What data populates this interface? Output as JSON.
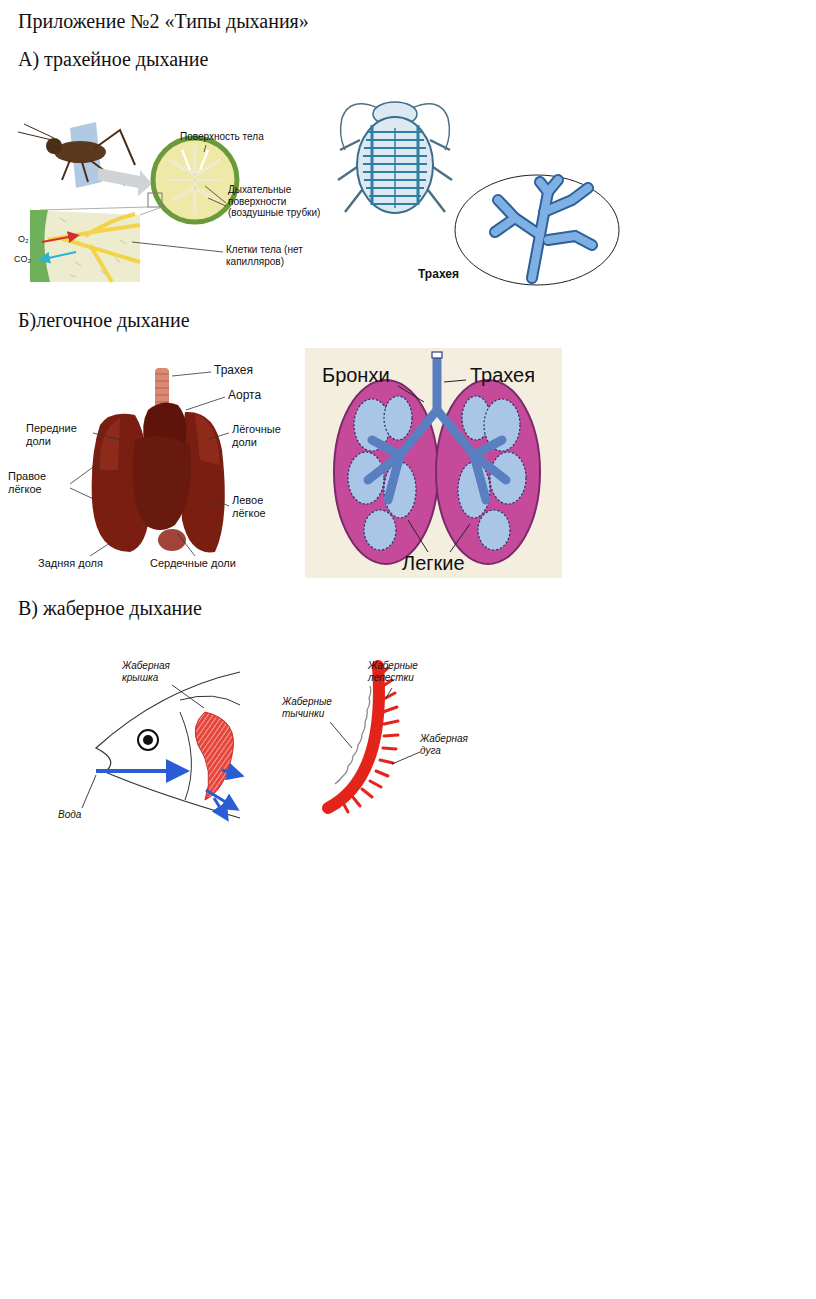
{
  "diagram": {
    "title": "Приложение №2 «Типы дыхания»",
    "labels": [
      "А) трахейное дыхание",
      "Поверхность тела",
      "Дыхательные поверхности (воздушные трубки)",
      "O₂",
      "CO₂",
      "Клетки тела (нет капилляров)",
      "Трахея",
      "Б)легочное дыхание",
      "Трахея",
      "Аорта",
      "Передние доли",
      "Лёгочные доли",
      "Правое лёгкое",
      "Левое лёгкое",
      "Задняя доля",
      "Сердечные доли",
      "Бронхи",
      "Трахея",
      "Легкие",
      "В) жаберное дыхание",
      "Жаберная крышка",
      "Вода",
      "Жаберные лепестки",
      "Жаберные тычинки",
      "Жаберная дуга"
    ]
  }
}
